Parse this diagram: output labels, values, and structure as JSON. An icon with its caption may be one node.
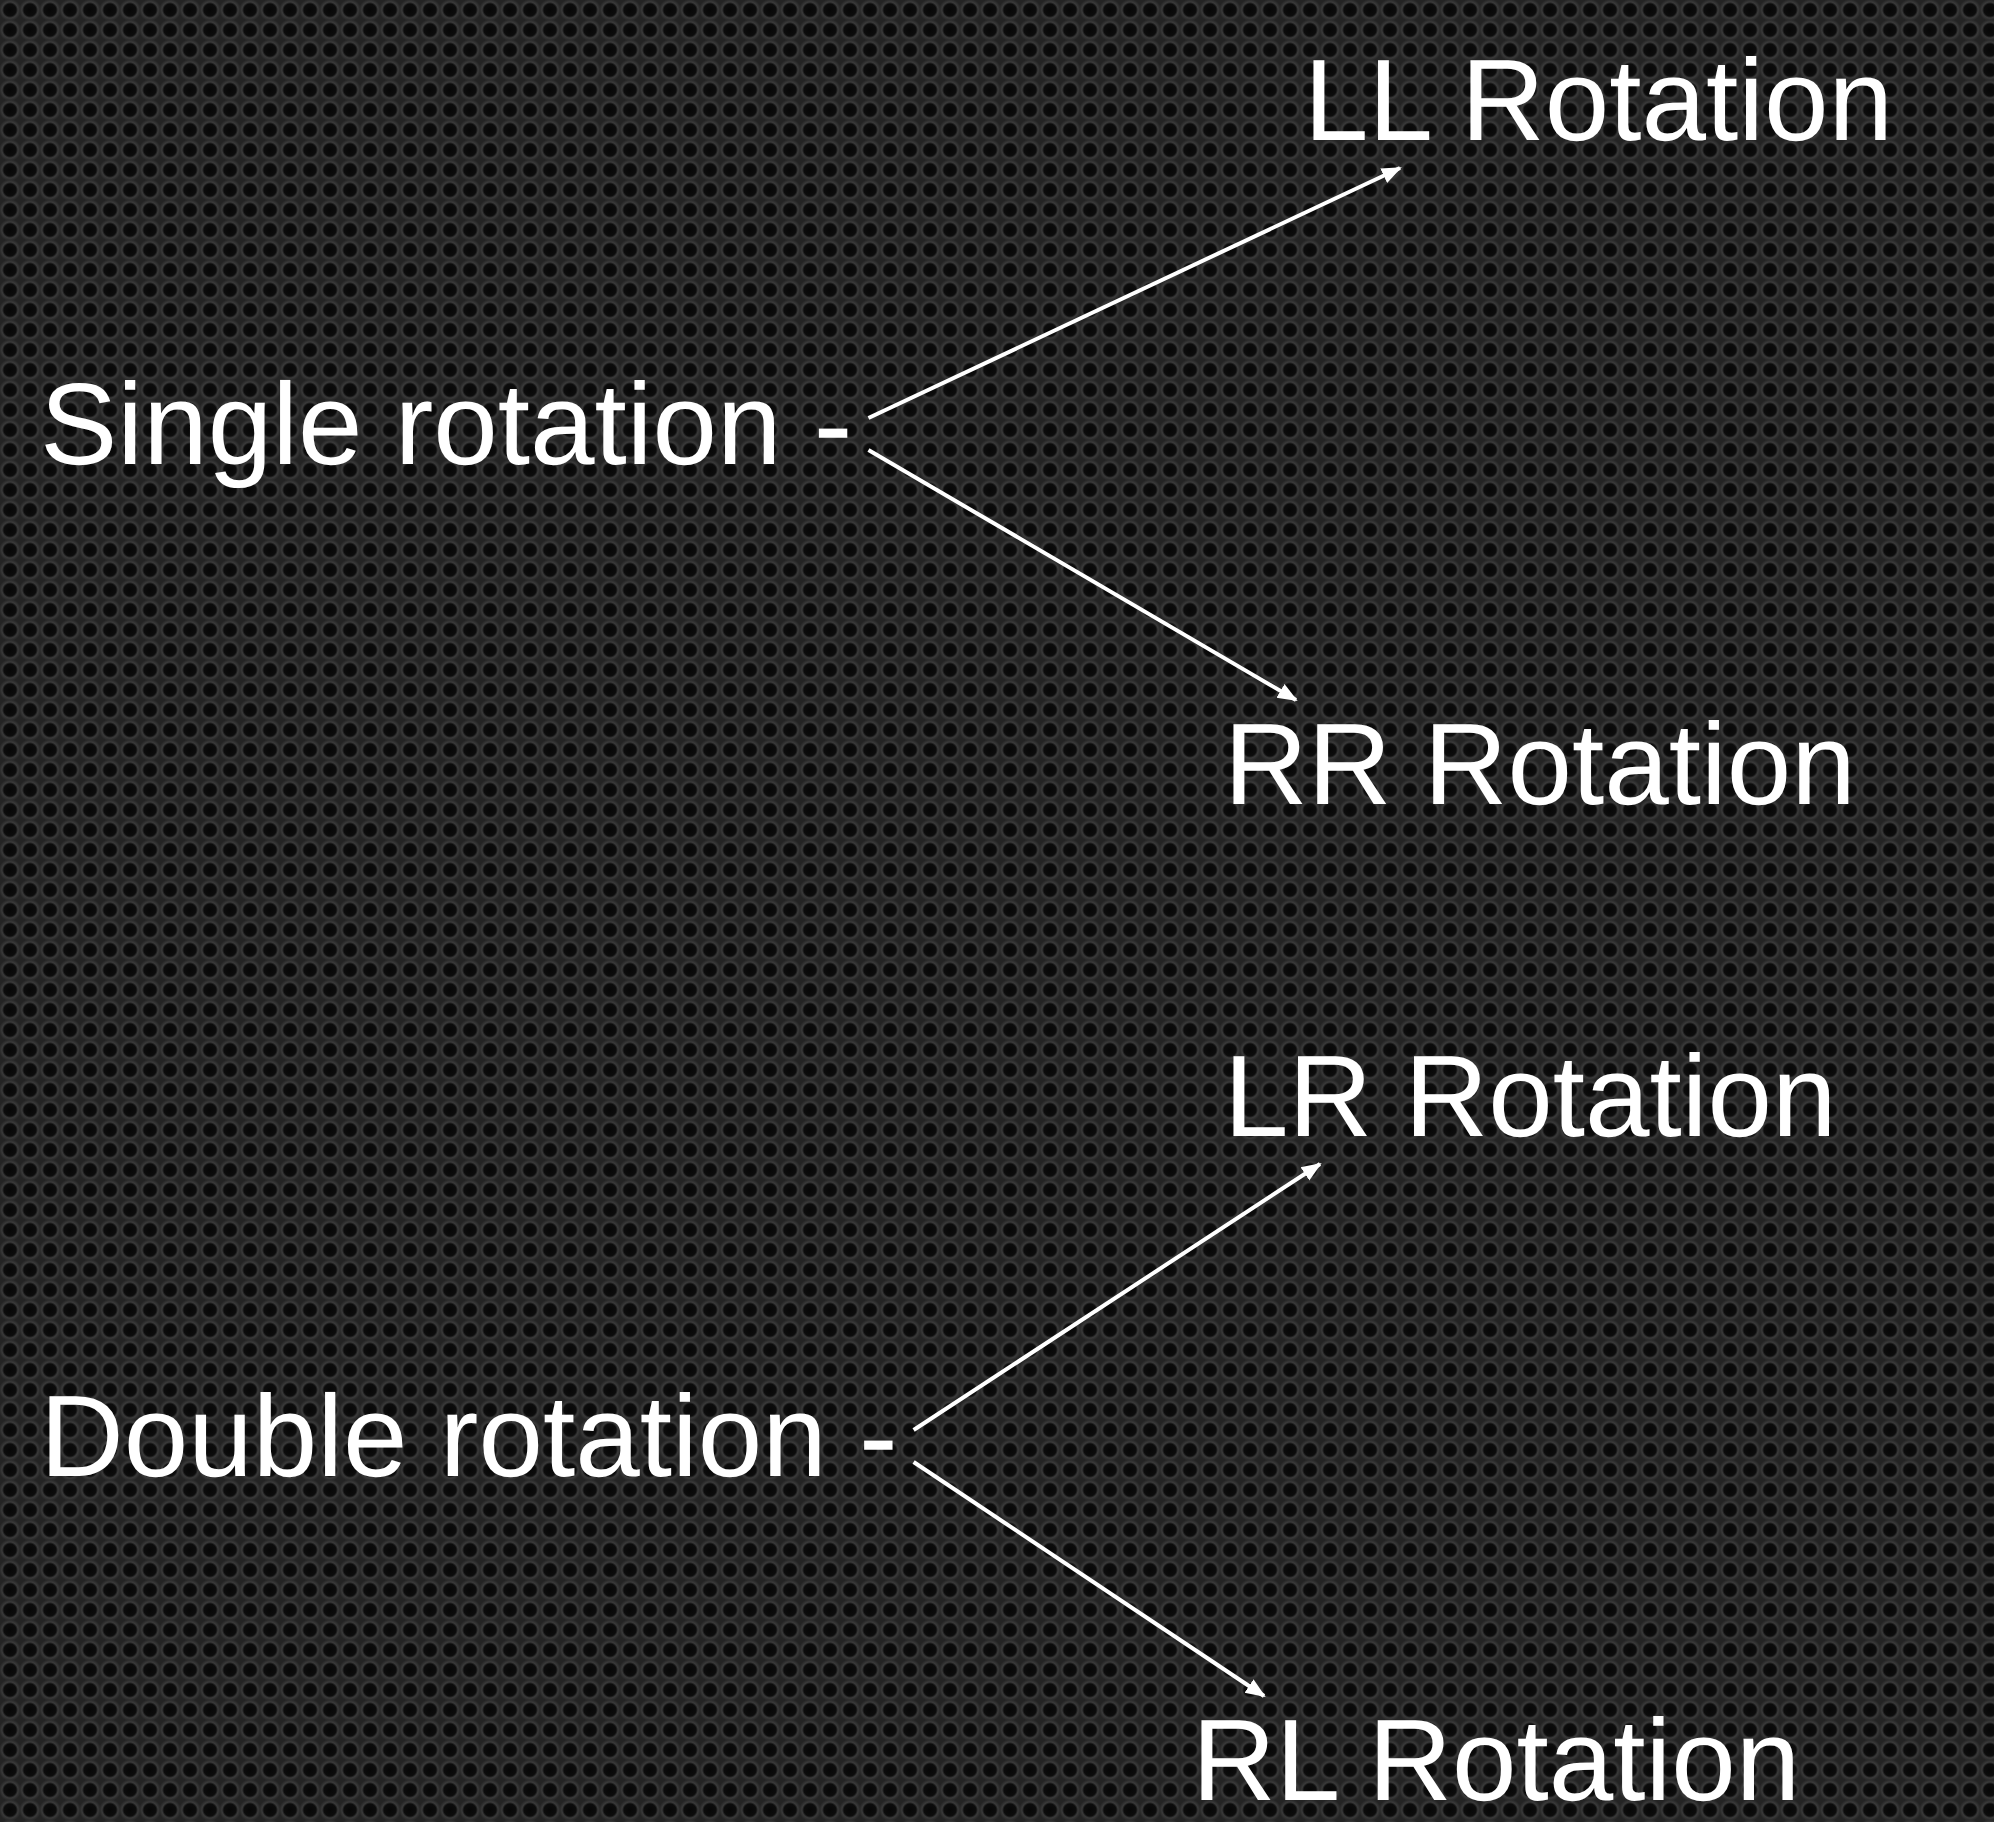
{
  "diagram": {
    "nodes": [
      {
        "text": [
          "LL Rotation"
        ]
      },
      {
        "text": [
          "Single rotation -"
        ]
      },
      {
        "text": [
          "RR Rotation"
        ]
      },
      {
        "text": [
          "LR Rotation"
        ]
      },
      {
        "text": [
          "Double rotation -"
        ]
      },
      {
        "text": [
          "RL Rotation"
        ]
      }
    ],
    "edges": [
      {
        "from": 1,
        "to": 0,
        "arrow": "to"
      },
      {
        "from": 1,
        "to": 2,
        "arrow": "to"
      },
      {
        "from": 4,
        "to": 3,
        "arrow": "to"
      },
      {
        "from": 4,
        "to": 5,
        "arrow": "to"
      }
    ]
  }
}
